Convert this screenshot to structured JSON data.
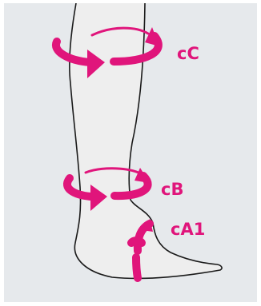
{
  "colors": {
    "background": "#e6e9ec",
    "leg_fill": "#eeeeee",
    "outline": "#1a1a1a",
    "accent": "#e0157b"
  },
  "labels": {
    "cC": "cC",
    "cB": "cB",
    "cA1": "cA1"
  }
}
